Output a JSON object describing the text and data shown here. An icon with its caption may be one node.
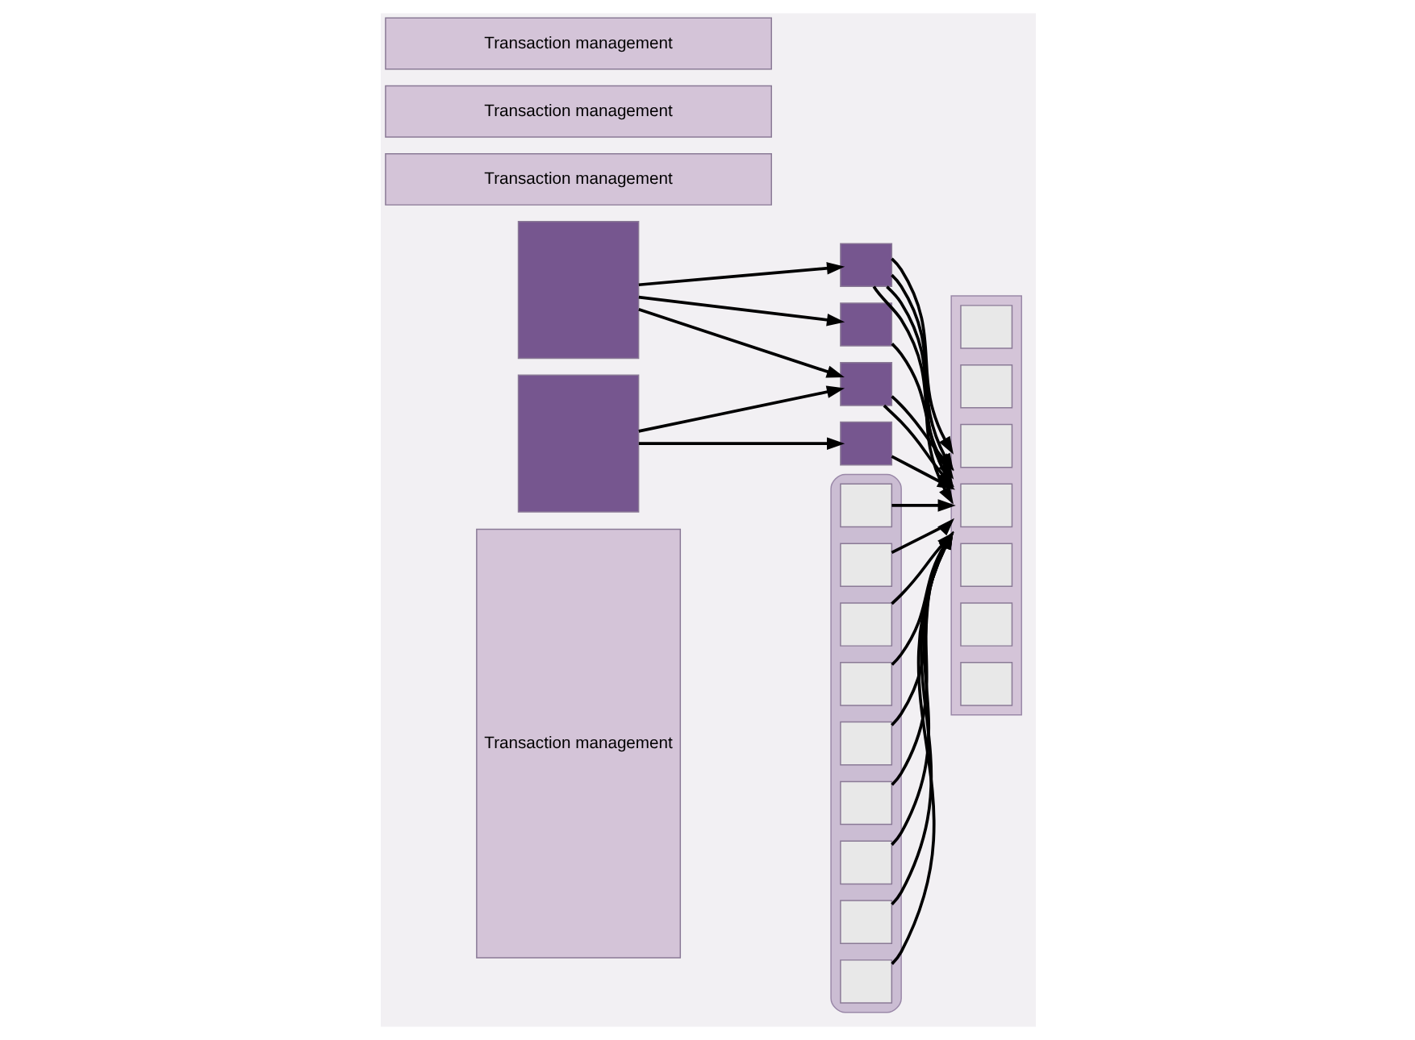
{
  "diagram": {
    "nodes": [
      {
        "text": [
          "Transaction management"
        ]
      },
      {
        "text": [],
        "shape": "box"
      },
      {
        "text": [],
        "shape": "box"
      },
      {
        "text": [],
        "shape": "box"
      },
      {
        "text": [],
        "shape": "box"
      },
      {
        "text": [],
        "shape": "box"
      },
      {
        "text": [],
        "shape": "box"
      },
      {
        "text": [],
        "shape": "box"
      },
      {
        "text": [],
        "shape": "box",
        "in": 7
      },
      {
        "text": [],
        "shape": "box",
        "in": 7
      },
      {
        "text": [],
        "shape": "box",
        "in": 7
      },
      {
        "text": [],
        "shape": "box",
        "in": 7
      },
      {
        "text": [],
        "shape": "box",
        "in": 7
      },
      {
        "text": [],
        "shape": "box",
        "in": 7
      },
      {
        "text": [],
        "shape": "box",
        "in": 7
      },
      {
        "text": [],
        "shape": "cylinder"
      },
      {
        "text": [],
        "shape": "box",
        "in": 15
      },
      {
        "text": [],
        "shape": "box",
        "in": 15
      },
      {
        "text": [],
        "shape": "box",
        "in": 15
      },
      {
        "text": [],
        "shape": "box",
        "in": 15
      },
      {
        "text": [],
        "shape": "box",
        "in": 15
      },
      {
        "text": [],
        "shape": "box",
        "in": 15
      },
      {
        "text": [],
        "shape": "box",
        "in": 15
      },
      {
        "text": [],
        "shape": "box",
        "in": 15
      },
      {
        "text": [],
        "shape": "box",
        "in": 15
      },
      {
        "text": [
          "Transaction management"
        ]
      },
      {
        "text": [
          "Transaction management"
        ]
      },
      {
        "text": [
          "Transaction management"
        ]
      }
    ],
    "edges": [
      {
        "from": 1,
        "to": 3,
        "arrow": "to"
      },
      {
        "from": 1,
        "to": 4,
        "arrow": "to"
      },
      {
        "from": 1,
        "to": 5,
        "arrow": "to"
      },
      {
        "from": 2,
        "to": 5,
        "arrow": "to"
      },
      {
        "from": 2,
        "to": 6,
        "arrow": "to"
      },
      {
        "from": 3,
        "to": 7,
        "arrow": "to"
      },
      {
        "from": 3,
        "to": 7,
        "arrow": "to"
      },
      {
        "from": 3,
        "to": 7,
        "arrow": "to"
      },
      {
        "from": 3,
        "to": 7,
        "arrow": "to"
      },
      {
        "from": 4,
        "to": 7,
        "arrow": "to"
      },
      {
        "from": 5,
        "to": 7,
        "arrow": "to"
      },
      {
        "from": 5,
        "to": 7,
        "arrow": "to"
      },
      {
        "from": 6,
        "to": 7,
        "arrow": "to"
      },
      {
        "from": 16,
        "to": 7,
        "arrow": "to"
      },
      {
        "from": 17,
        "to": 7,
        "arrow": "to"
      },
      {
        "from": 21,
        "to": 7,
        "arrow": "to"
      },
      {
        "from": 24,
        "to": 7,
        "arrow": "to"
      },
      {
        "from": 19,
        "to": 7,
        "arrow": "to"
      },
      {
        "from": 18,
        "to": 7,
        "arrow": "to"
      },
      {
        "from": 20,
        "to": 7,
        "arrow": "to"
      },
      {
        "from": 23,
        "to": 7,
        "arrow": "to"
      },
      {
        "from": 22,
        "to": 7,
        "arrow": "to"
      }
    ]
  }
}
